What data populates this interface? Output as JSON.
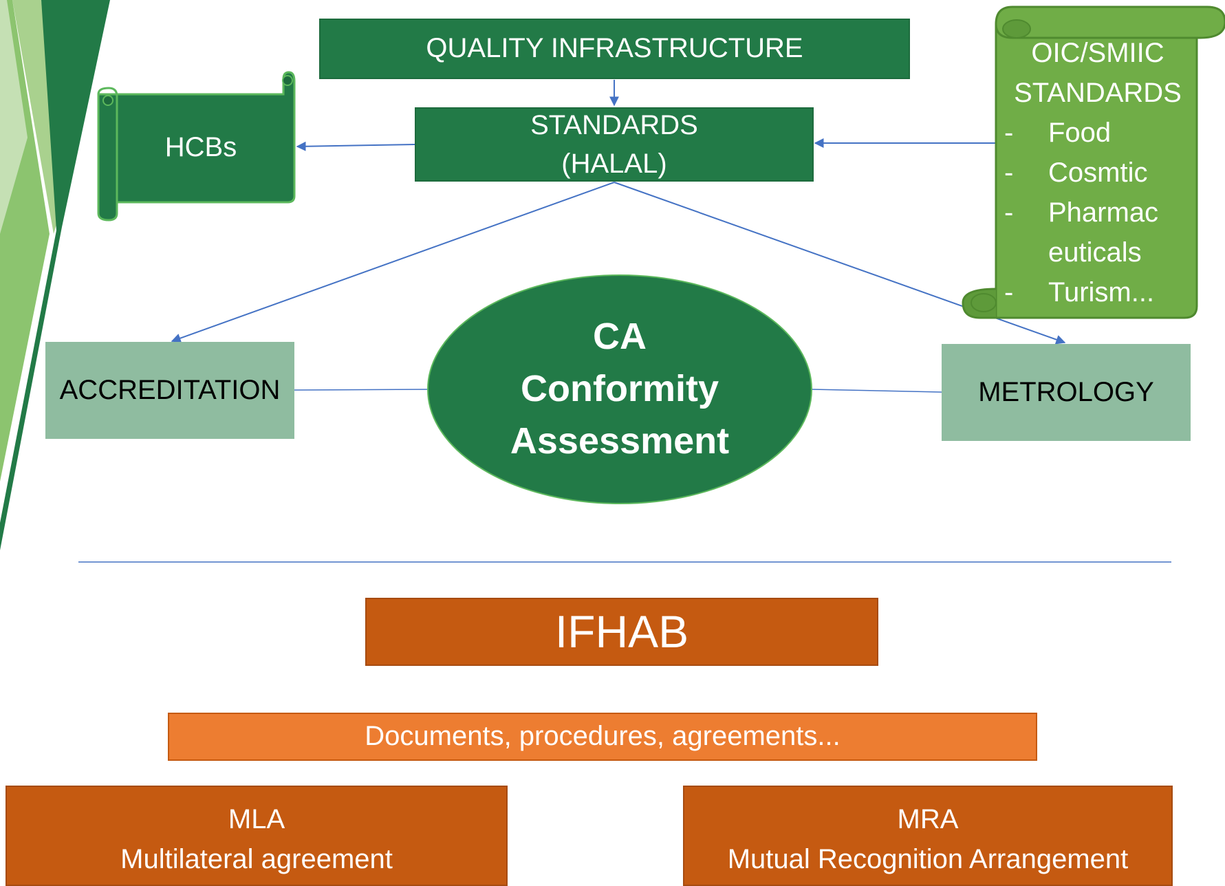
{
  "top": {
    "quality_infrastructure": "QUALITY INFRASTRUCTURE",
    "standards_line1": "STANDARDS",
    "standards_line2": "(HALAL)",
    "hcbs": "HCBs",
    "accreditation": "ACCREDITATION",
    "metrology": "METROLOGY",
    "ca": {
      "line1": "CA",
      "line2": "Conformity",
      "line3": "Assessment"
    },
    "oic": {
      "title_line1": "OIC/SMIIC",
      "title_line2": "STANDARDS",
      "bullet": "-",
      "items": [
        "Food",
        "Cosmtic",
        "Pharmac",
        "euticals",
        "Turism..."
      ]
    }
  },
  "bottom": {
    "ifhab": "IFHAB",
    "documents": "Documents, procedures, agreements...",
    "mla_line1": "MLA",
    "mla_line2": "Multilateral agreement",
    "mra_line1": "MRA",
    "mra_line2": "Mutual Recognition Arrangement"
  },
  "colors": {
    "dark_green": "#227a47",
    "light_green": "#70ad47",
    "sage": "#8fbca0",
    "rust": "#c55a11",
    "orange": "#ed7d31",
    "connector_blue": "#4472c4"
  }
}
